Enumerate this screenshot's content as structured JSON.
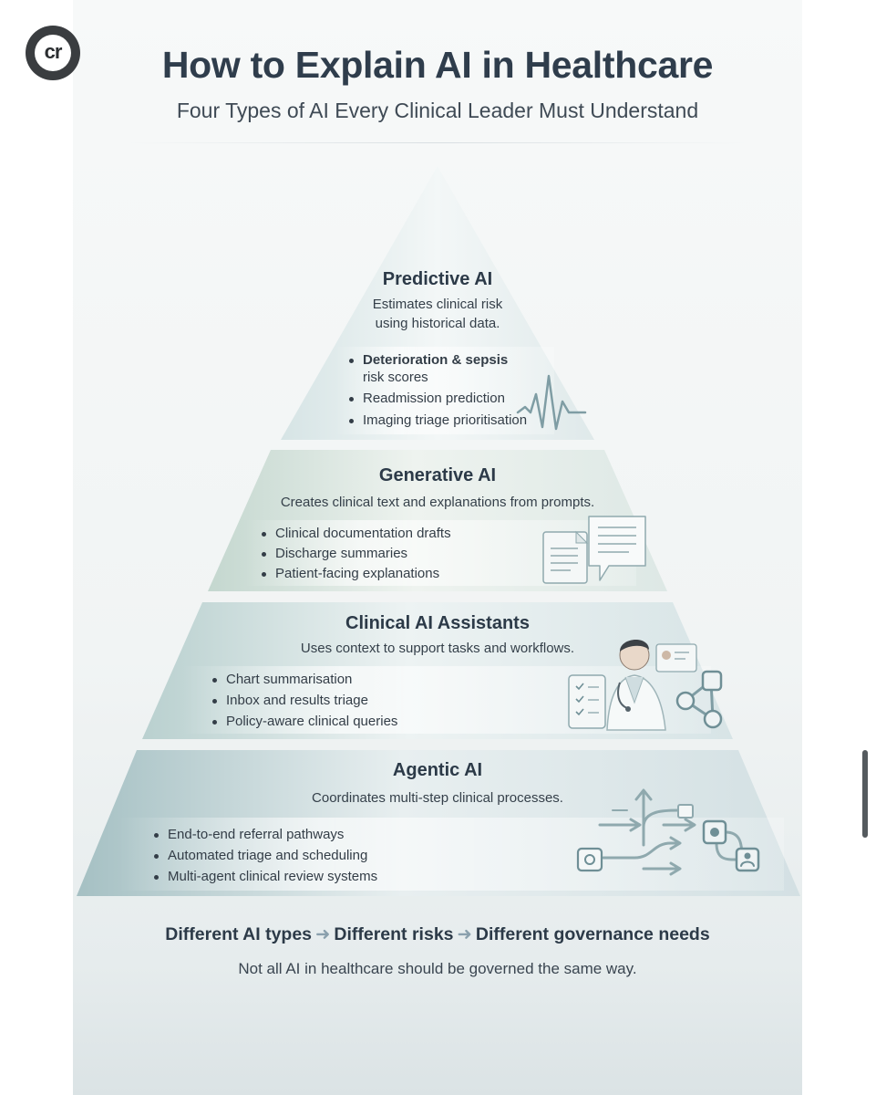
{
  "logo": {
    "text": "cr"
  },
  "header": {
    "title": "How to Explain AI in Healthcare",
    "subtitle": "Four Types of AI Every Clinical Leader Must Understand"
  },
  "tiers": [
    {
      "title": "Predictive AI",
      "description_lines": [
        "Estimates clinical risk",
        "using historical data."
      ],
      "bullets": [
        "Deterioration & sepsis",
        "Readmission prediction",
        "Imaging triage prioritisation"
      ],
      "bullet_note": "risk scores",
      "illustration": "heartbeat-waveform-icon"
    },
    {
      "title": "Generative AI",
      "description": "Creates clinical text and explanations from prompts.",
      "bullets": [
        "Clinical documentation drafts",
        "Discharge summaries",
        "Patient-facing explanations"
      ],
      "illustration": "documents-icon"
    },
    {
      "title": "Clinical AI Assistants",
      "description": "Uses context to support tasks and workflows.",
      "bullets": [
        "Chart summarisation",
        "Inbox and results triage",
        "Policy-aware clinical queries"
      ],
      "illustration": "clinician-with-checklist-icon"
    },
    {
      "title": "Agentic AI",
      "description": "Coordinates multi-step clinical processes.",
      "bullets": [
        "End-to-end referral pathways",
        "Automated triage and scheduling",
        "Multi-agent clinical review systems"
      ],
      "illustration": "workflow-arrows-icon"
    }
  ],
  "summary": {
    "steps": [
      "Different AI types",
      "Different risks",
      "Different governance needs"
    ],
    "footnote": "Not all AI in healthcare should be governed the same way."
  },
  "colors": {
    "title": "#2f3d4c",
    "tier_fill": "#e8eff0",
    "tier_edge": "#a9c2c4",
    "icon_stroke": "#7f9da4"
  }
}
